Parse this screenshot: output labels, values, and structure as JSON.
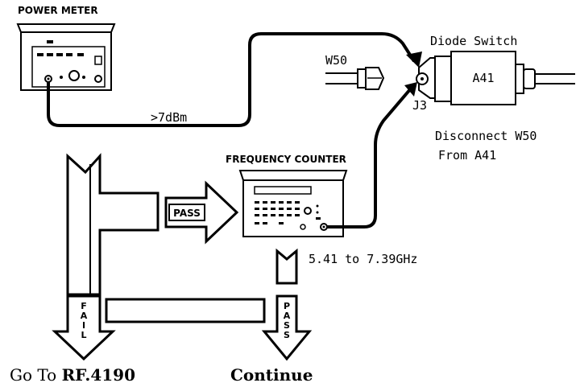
{
  "diagram": {
    "power_meter": {
      "title": "POWER METER"
    },
    "cable_label": ">7dBm",
    "cable_w50": "W50",
    "diode_switch": {
      "title": "Diode Switch",
      "body_label": "A41",
      "connector": "J3"
    },
    "instruction": {
      "line1": "Disconnect  W50",
      "line2": "From  A41"
    },
    "frequency_counter": {
      "title": "FREQUENCY COUNTER"
    },
    "pass_arrow_label": "PASS",
    "frequency_range": "5.41  to  7.39GHz",
    "fail_arrow_letters": [
      "F",
      "A",
      "I",
      "L"
    ],
    "pass_down_letters": [
      "P",
      "A",
      "S",
      "S"
    ],
    "fail_action": {
      "prefix": "Go To ",
      "ref": "RF.4190"
    },
    "pass_action": "Continue"
  }
}
